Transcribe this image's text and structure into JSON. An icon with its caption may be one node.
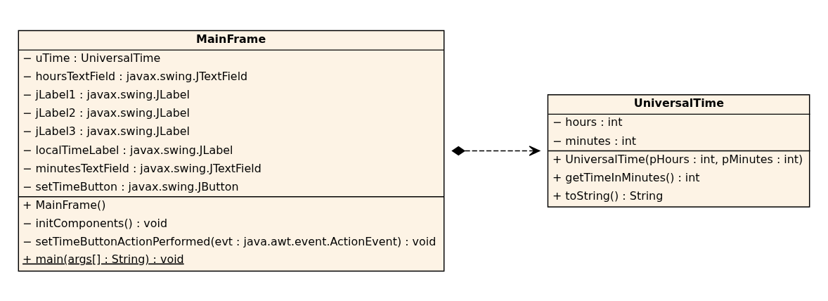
{
  "diagram": {
    "nodes": [
      {
        "text": [
          "MainFrame",
          "− uTime : UniversalTime",
          "− hoursTextField : javax.swing.JTextField",
          "− jLabel1 : javax.swing.JLabel",
          "− jLabel2 : javax.swing.JLabel",
          "− jLabel3 : javax.swing.JLabel",
          "− localTimeLabel : javax.swing.JLabel",
          "− minutesTextField : javax.swing.JTextField",
          "− setTimeButton : javax.swing.JButton",
          "+ MainFrame()",
          "− initComponents() : void",
          "− setTimeButtonActionPerformed(evt : java.awt.event.ActionEvent) : void",
          "+ main(args[] : String) : void"
        ]
      },
      {
        "text": [
          "UniversalTime",
          "− hours : int",
          "− minutes : int",
          "+ UniversalTime(pHours : int, pMinutes : int)",
          "+ getTimeInMinutes() : int",
          "+ toString() : String"
        ]
      }
    ],
    "edges": [
      {
        "from": 0,
        "to": 1,
        "arrow": "to",
        "style": "dashed"
      }
    ]
  }
}
